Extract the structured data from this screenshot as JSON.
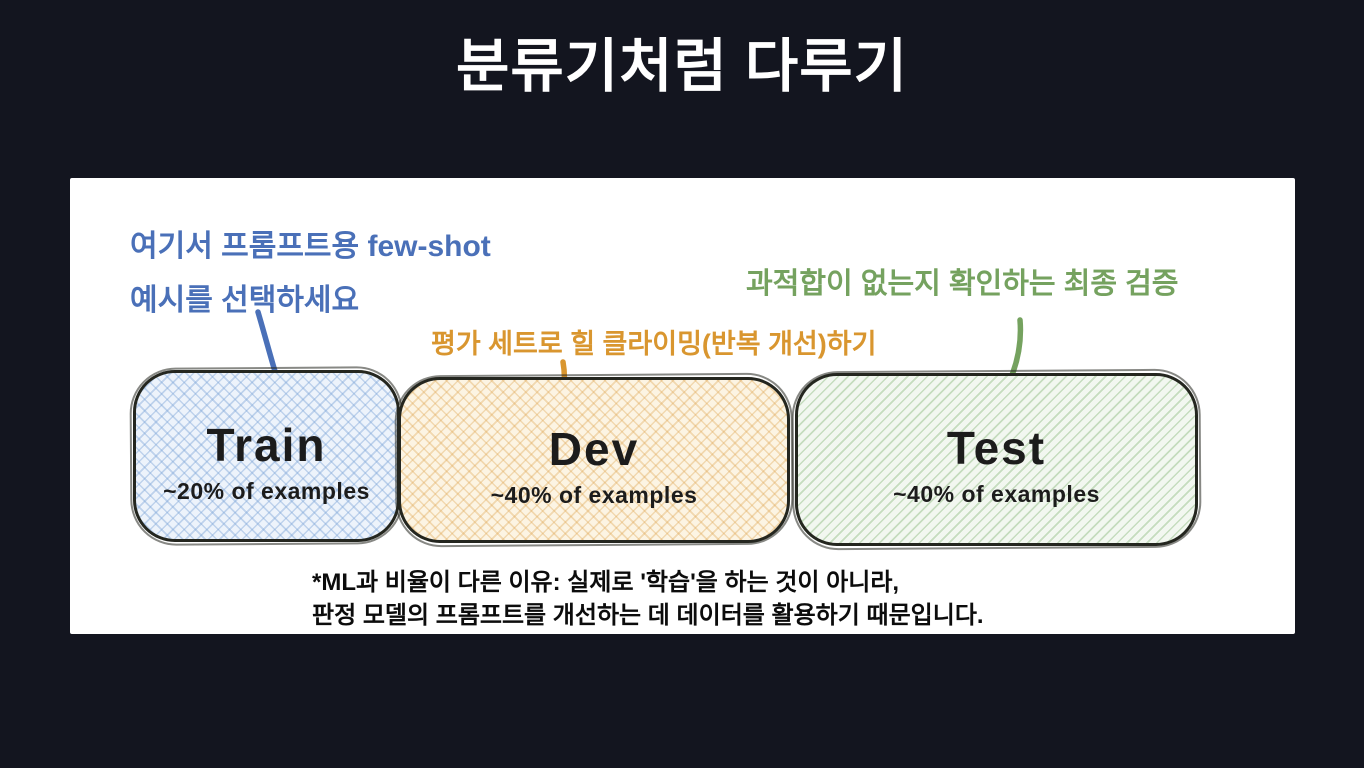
{
  "slide": {
    "title": "분류기처럼 다루기",
    "background_color": "#13151f",
    "panel_color": "#ffffff",
    "title_color": "#ffffff"
  },
  "annotations": {
    "train": {
      "line1": "여기서 프롬프트용 few-shot",
      "line2": "예시를 선택하세요",
      "color": "#4a70b8"
    },
    "dev": {
      "text": "평가 세트로 힐 클라이밍(반복 개선)하기",
      "color": "#d9962f"
    },
    "test": {
      "text": "과적합이 없는지 확인하는 최종 검증",
      "color": "#75a25f"
    }
  },
  "boxes": [
    {
      "label": "Train",
      "sublabel": "~20% of examples",
      "fill": "#edf3fb",
      "hatch_color": "#7da5d7",
      "pattern": "crosshatch"
    },
    {
      "label": "Dev",
      "sublabel": "~40% of examples",
      "fill": "#fcf4e3",
      "hatch_color": "#e0aa5a",
      "pattern": "crosshatch"
    },
    {
      "label": "Test",
      "sublabel": "~40% of examples",
      "fill": "#f2f7f0",
      "hatch_color": "#82b473",
      "pattern": "diagonal"
    }
  ],
  "footnote": {
    "line1": "*ML과 비율이 다른 이유: 실제로 '학습'을 하는 것이 아니라,",
    "line2": "판정 모델의 프롬프트를 개선하는 데 데이터를 활용하기 때문입니다."
  }
}
